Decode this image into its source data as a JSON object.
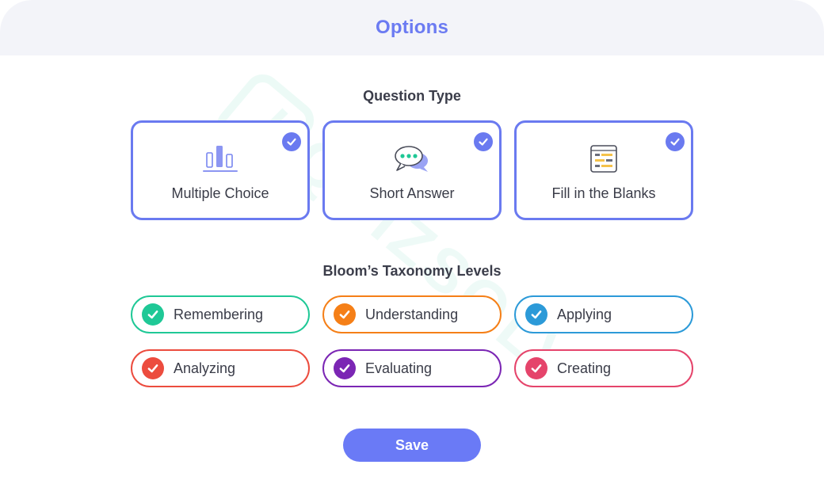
{
  "header": {
    "title": "Options"
  },
  "watermark": {
    "text": "QUIZSOLVER"
  },
  "question_type": {
    "title": "Question Type",
    "options": [
      {
        "label": "Multiple Choice",
        "icon": "bar-chart-icon",
        "checked": true
      },
      {
        "label": "Short Answer",
        "icon": "chat-bubble-icon",
        "checked": true
      },
      {
        "label": "Fill in the Blanks",
        "icon": "document-lines-icon",
        "checked": true
      }
    ]
  },
  "bloom": {
    "title": "Bloom’s Taxonomy Levels",
    "levels": [
      {
        "label": "Remembering",
        "color": "#1fc896",
        "checked": true
      },
      {
        "label": "Understanding",
        "color": "#f57f17",
        "checked": true
      },
      {
        "label": "Applying",
        "color": "#2c9ad8",
        "checked": true
      },
      {
        "label": "Analyzing",
        "color": "#ec4c3e",
        "checked": true
      },
      {
        "label": "Evaluating",
        "color": "#7b26b4",
        "checked": true
      },
      {
        "label": "Creating",
        "color": "#e5446b",
        "checked": true
      }
    ]
  },
  "colors": {
    "accent": "#6a7af0",
    "header_bg": "#f3f4f9",
    "title_text": "#6b7bf2"
  },
  "save": {
    "label": "Save"
  }
}
